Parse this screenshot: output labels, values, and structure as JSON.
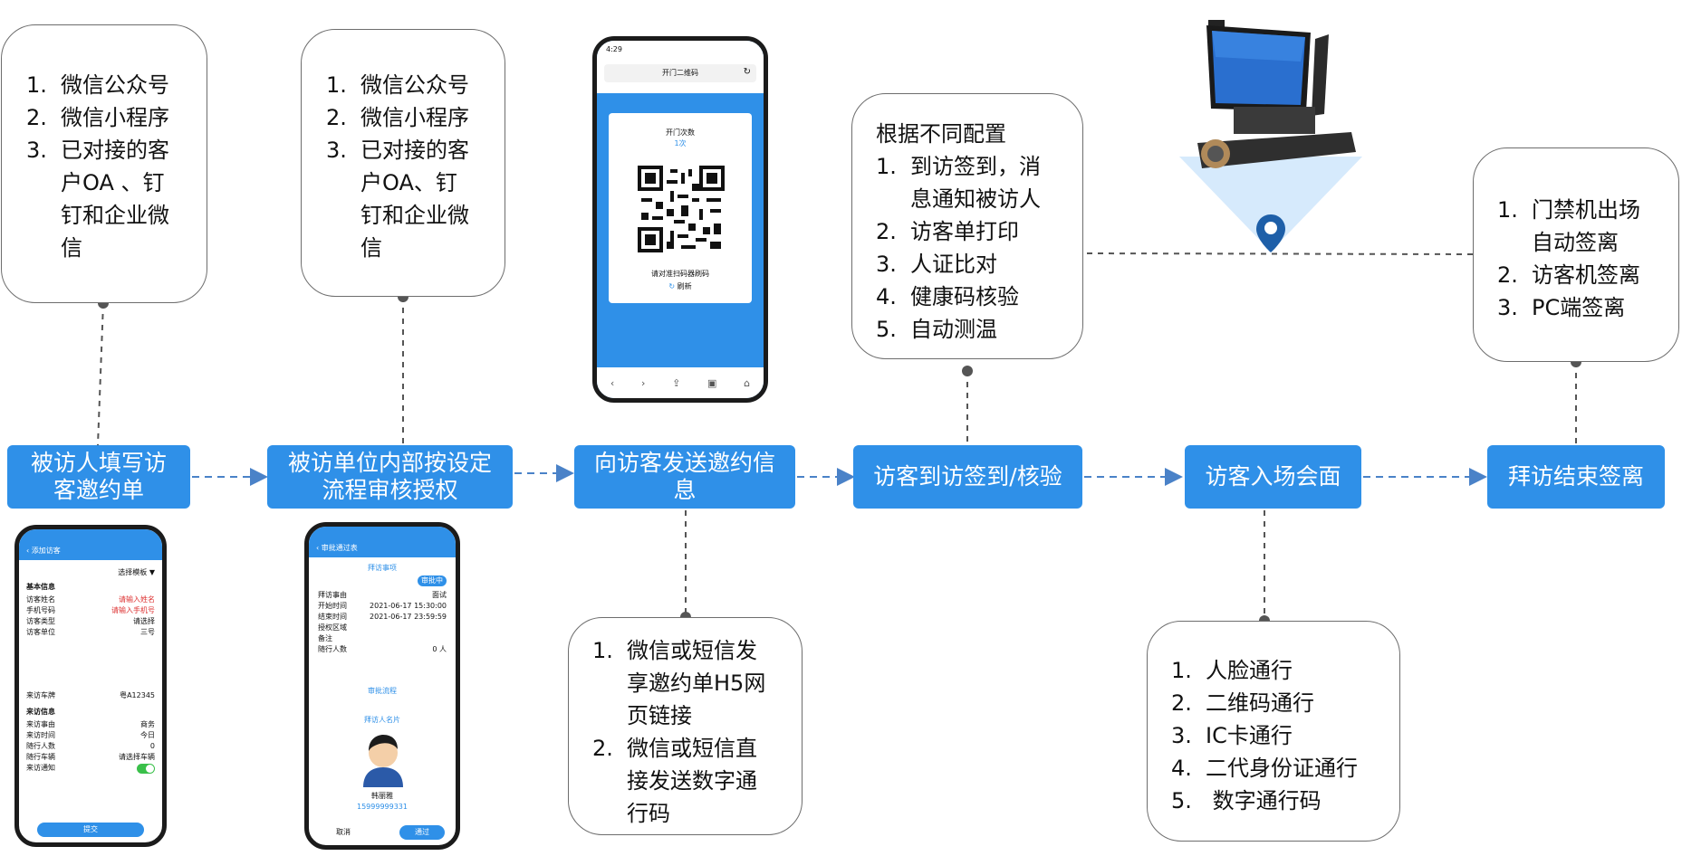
{
  "steps": [
    {
      "label_line1": "被访人填写访",
      "label_line2": "客邀约单"
    },
    {
      "label_line1": "被访单位内部按设定",
      "label_line2": "流程审核授权"
    },
    {
      "label_line1": "向访客发送邀约信",
      "label_line2": "息"
    },
    {
      "label": "访客到访签到/核验"
    },
    {
      "label": "访客入场会面"
    },
    {
      "label": "拜访结束签离"
    }
  ],
  "notes": {
    "invite": {
      "items": [
        {
          "num": "1.",
          "lines": [
            "微信公众号"
          ]
        },
        {
          "num": "2.",
          "lines": [
            "微信小程序"
          ]
        },
        {
          "num": "3.",
          "lines": [
            "已对接的客",
            "户OA 、钉",
            "钉和企业微",
            "信"
          ]
        }
      ]
    },
    "approval": {
      "items": [
        {
          "num": "1.",
          "lines": [
            "微信公众号"
          ]
        },
        {
          "num": "2.",
          "lines": [
            "微信小程序"
          ]
        },
        {
          "num": "3.",
          "lines": [
            "已对接的客",
            "户OA、钉",
            "钉和企业微",
            "信"
          ]
        }
      ]
    },
    "send": {
      "items": [
        {
          "num": "1.",
          "lines": [
            "微信或短信发",
            "享邀约单H5网",
            "页链接"
          ]
        },
        {
          "num": "2.",
          "lines": [
            "微信或短信直",
            "接发送数字通",
            "行码"
          ]
        }
      ]
    },
    "checkin": {
      "heading": "根据不同配置",
      "items": [
        {
          "num": "1.",
          "lines": [
            "到访签到，消",
            "息通知被访人"
          ]
        },
        {
          "num": "2.",
          "lines": [
            "访客单打印"
          ]
        },
        {
          "num": "3.",
          "lines": [
            "人证比对"
          ]
        },
        {
          "num": "4.",
          "lines": [
            "健康码核验"
          ]
        },
        {
          "num": "5.",
          "lines": [
            "自动测温"
          ]
        }
      ]
    },
    "entry": {
      "items": [
        {
          "num": "1.",
          "lines": [
            "人脸通行"
          ]
        },
        {
          "num": "2.",
          "lines": [
            "二维码通行"
          ]
        },
        {
          "num": "3.",
          "lines": [
            "IC卡通行"
          ]
        },
        {
          "num": "4.",
          "lines": [
            "二代身份证通行"
          ]
        },
        {
          "num": "5.",
          "lines": [
            " 数字通行码"
          ]
        }
      ]
    },
    "exit": {
      "items": [
        {
          "num": "1.",
          "lines": [
            "门禁机出场",
            "自动签离"
          ]
        },
        {
          "num": "2.",
          "lines": [
            "访客机签离"
          ]
        },
        {
          "num": "3.",
          "lines": [
            "PC端签离"
          ]
        }
      ]
    }
  },
  "phone_qr": {
    "time": "4:29",
    "title": "开门二维码",
    "count_label": "开门次数",
    "count_value": "1次",
    "hint": "请对准扫码器刷码",
    "refresh": "刷新"
  },
  "phone_form": {
    "title": "添加访客",
    "pick_label": "选择模板 ▼",
    "section1": "基本信息",
    "rows1": [
      {
        "label": "访客姓名",
        "value": "请输入姓名"
      },
      {
        "label": "手机号码",
        "value": "请输入手机号"
      },
      {
        "label": "访客类型",
        "value": "请选择"
      },
      {
        "label": "访客单位",
        "value": "三号"
      }
    ],
    "row_mid": {
      "label": "来访车牌",
      "value": "粤A12345"
    },
    "section2": "来访信息",
    "rows2": [
      {
        "label": "来访事由",
        "value": "商务"
      },
      {
        "label": "来访时间",
        "value": "今日"
      },
      {
        "label": "随行人数",
        "value": "0"
      },
      {
        "label": "随行车辆",
        "value": "请选择车辆"
      },
      {
        "label": "来访通知",
        "value": ""
      }
    ],
    "submit": "提交"
  },
  "phone_approve": {
    "title": "审批通过表",
    "section": "拜访事项",
    "badge": "审批中",
    "rows": [
      {
        "label": "拜访事由",
        "value": "面试"
      },
      {
        "label": "开始时间",
        "value": "2021-06-17 15:30:00"
      },
      {
        "label": "结束时间",
        "value": "2021-06-17 23:59:59"
      },
      {
        "label": "授权区域",
        "value": ""
      },
      {
        "label": "备注",
        "value": ""
      },
      {
        "label": "随行人数",
        "value": "0 人"
      }
    ],
    "flow_link": "审批流程",
    "card_title": "拜访人名片",
    "person_name": "韩丽雅",
    "person_phone": "15999999331",
    "cancel": "取消",
    "approve": "通过"
  }
}
